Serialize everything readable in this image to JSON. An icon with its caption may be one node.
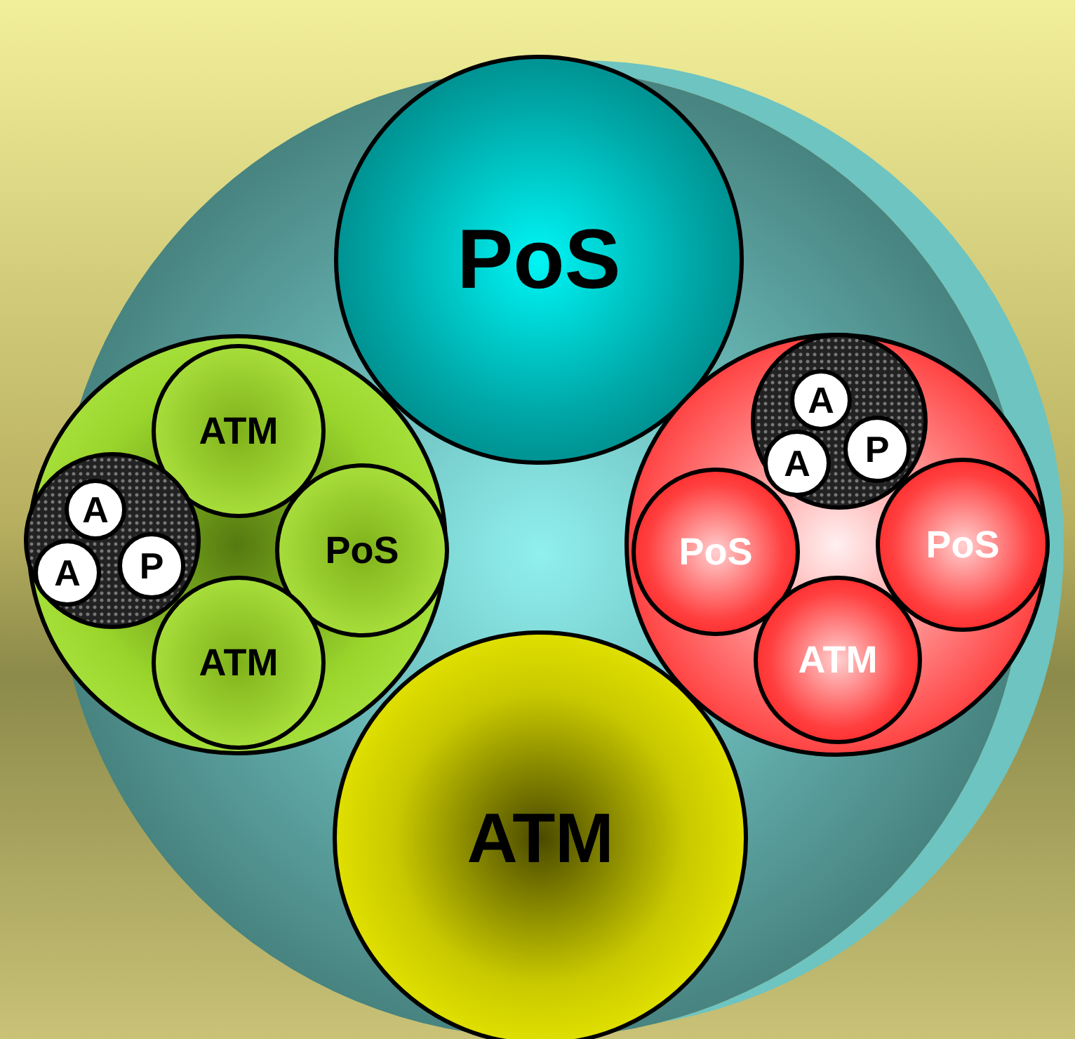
{
  "diagram": {
    "nodes": [
      {
        "text": [],
        "shape": "circle"
      },
      {
        "text": [
          "PoS"
        ],
        "in": 0
      },
      {
        "text": [],
        "shape": "circle",
        "in": 0
      },
      {
        "text": [
          "ATM"
        ],
        "in": 2
      },
      {
        "text": [],
        "shape": "circle",
        "in": 2
      },
      {
        "text": [
          "A"
        ],
        "in": 4
      },
      {
        "text": [
          "A"
        ],
        "in": 4
      },
      {
        "text": [
          "P"
        ],
        "in": 4
      },
      {
        "text": [
          "PoS"
        ],
        "in": 2
      },
      {
        "text": [
          "ATM"
        ],
        "in": 2
      },
      {
        "text": [],
        "shape": "circle",
        "in": 0
      },
      {
        "text": [],
        "shape": "circle",
        "in": 10
      },
      {
        "text": [
          "A"
        ],
        "in": 11
      },
      {
        "text": [
          "A"
        ],
        "in": 11
      },
      {
        "text": [
          "P"
        ],
        "in": 11
      },
      {
        "text": [
          "PoS"
        ],
        "in": 10
      },
      {
        "text": [
          "PoS"
        ],
        "in": 10
      },
      {
        "text": [
          "ATM"
        ],
        "in": 10
      },
      {
        "text": [
          "ATM"
        ],
        "in": 0
      }
    ]
  }
}
